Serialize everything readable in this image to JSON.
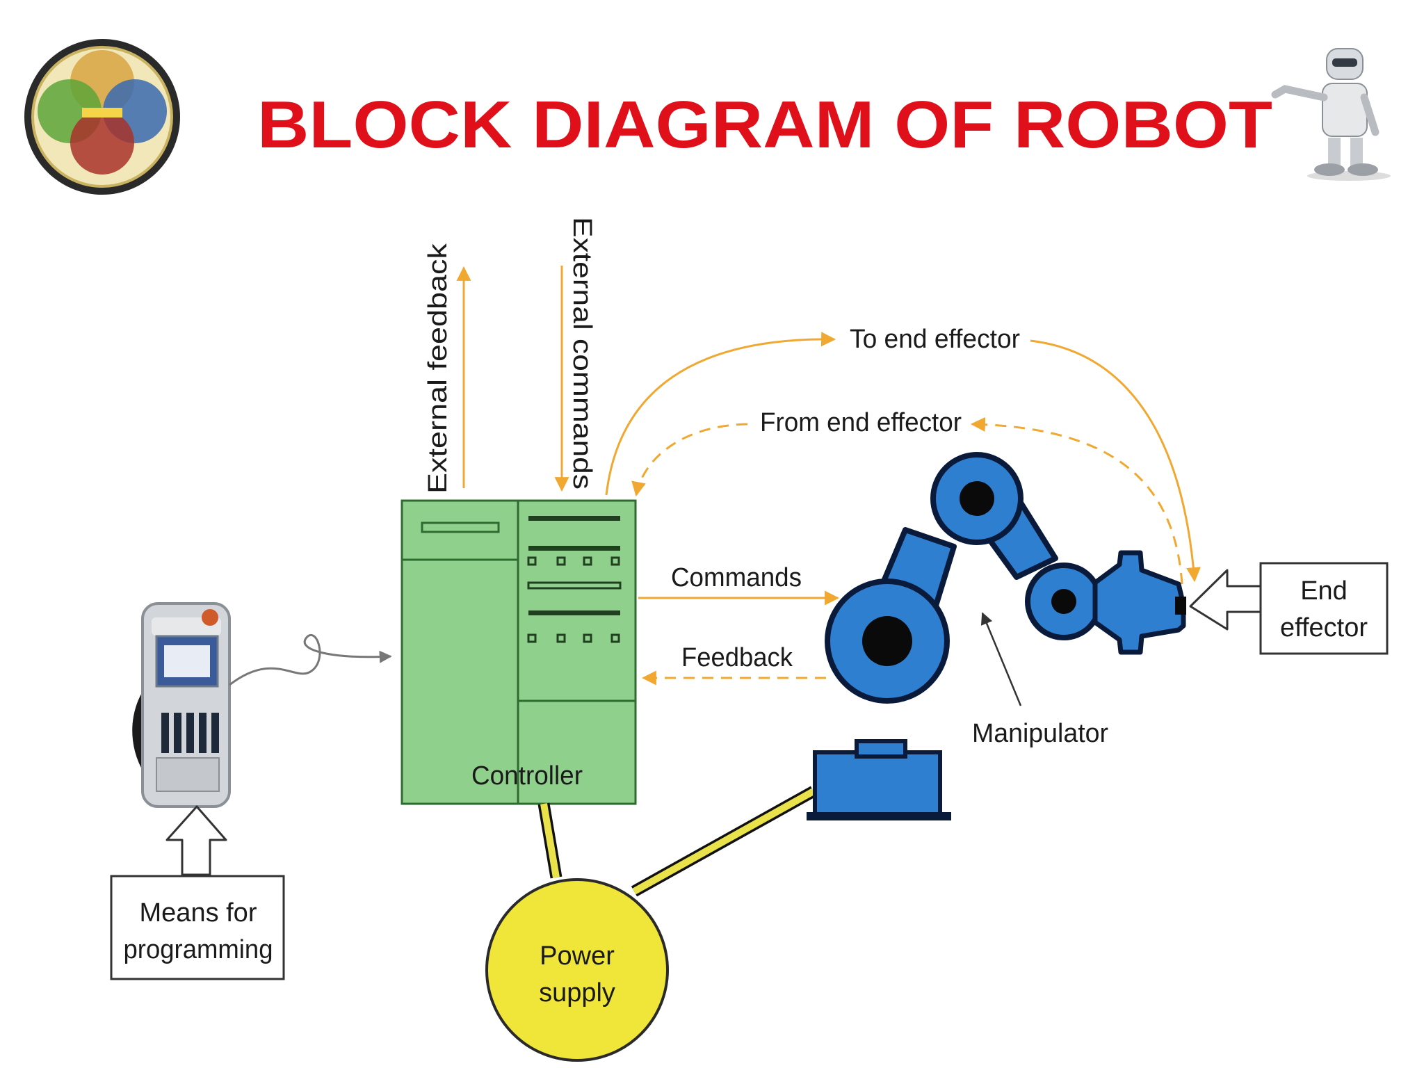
{
  "title": "BLOCK DIAGRAM OF ROBOT",
  "labels": {
    "external_feedback": "External feedback",
    "external_commands": "External commands",
    "to_end_effector": "To end effector",
    "from_end_effector": "From end effector",
    "commands": "Commands",
    "feedback": "Feedback",
    "controller": "Controller",
    "manipulator": "Manipulator",
    "end_effector_line1": "End",
    "end_effector_line2": "effector",
    "means_line1": "Means for",
    "means_line2": "programming",
    "power_line1": "Power",
    "power_line2": "supply"
  },
  "colors": {
    "title": "#e0101a",
    "controller_fill": "#8fd08c",
    "controller_stroke": "#2f6b2f",
    "arm_fill": "#2f7fd0",
    "arm_stroke": "#0a1a3a",
    "power_fill": "#f0e63a",
    "cable": "#e9e24a",
    "signal_arrow": "#f0a830"
  },
  "icons": {
    "logo": "mechatronics-venn-logo",
    "mascot": "robot-mascot-icon",
    "pendant": "teach-pendant-icon"
  }
}
